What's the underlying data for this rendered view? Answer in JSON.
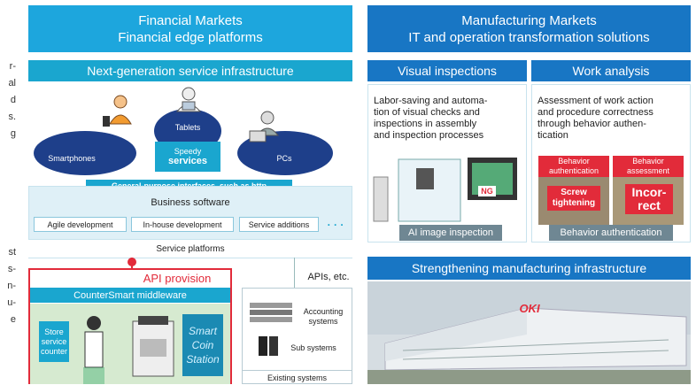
{
  "left_text_fragments": [
    "r-",
    "al",
    "d",
    "s.",
    "g",
    "st",
    "s-",
    "n-",
    "u-",
    "e"
  ],
  "financial": {
    "header_line1": "Financial Markets",
    "header_line2": "Financial edge platforms",
    "next_gen": "Next-generation service infrastructure",
    "devices": {
      "tablets": "Tablets",
      "smartphones": "Smartphones",
      "pcs": "PCs",
      "speedy": "Speedy",
      "services": "services"
    },
    "interfaces_label": "General-purpose interfaces, such as http",
    "business_software": "Business software",
    "dev_buttons": [
      "Agile development",
      "In-house development",
      "Service additions"
    ],
    "dots": "· · ·",
    "service_platforms": "Service platforms",
    "api_provision": "API provision",
    "apis_etc": "APIs, etc.",
    "countersmart": "CounterSmart middleware",
    "store_counter": [
      "Store",
      "service",
      "counter"
    ],
    "smart_coin": [
      "Smart",
      "Coin",
      "Station"
    ],
    "existing": {
      "accounting": [
        "Accounting",
        "systems"
      ],
      "sub_systems": "Sub systems",
      "label": "Existing systems"
    }
  },
  "manufacturing": {
    "header_line1": "Manufacturing Markets",
    "header_line2": "IT and operation transformation solutions",
    "visual": {
      "title": "Visual inspections",
      "desc": [
        "Labor-saving and automa-",
        "tion of visual checks and",
        "inspections in assembly",
        "and inspection processes"
      ],
      "ng": "NG",
      "caption": "AI image inspection"
    },
    "work": {
      "title": "Work analysis",
      "desc": [
        "Assessment of work action",
        "and procedure correctness",
        "through behavior authen-",
        "tication"
      ],
      "tag1": [
        "Behavior",
        "authentication"
      ],
      "tag2": [
        "Behavior",
        "assessment"
      ],
      "screw": [
        "Screw",
        "tightening"
      ],
      "incorrect": [
        "Incor-",
        "rect"
      ],
      "caption": "Behavior authentication"
    },
    "strengthening": "Strengthening manufacturing infrastructure",
    "oki_logo": "OKI"
  },
  "colors": {
    "header_blue": "#1da6dd",
    "header_dark_blue": "#1876c4",
    "sub_header": "#1aa6cf",
    "accent_red": "#e22b3a",
    "navy": "#1e3f8a",
    "light_blue_bg": "#dff0f7"
  }
}
